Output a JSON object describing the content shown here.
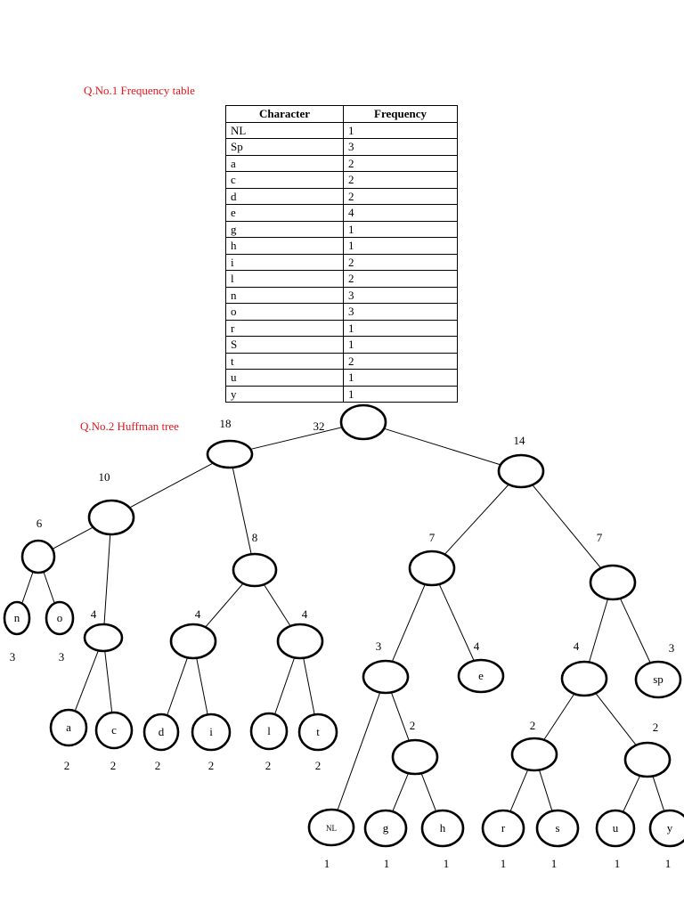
{
  "headings": {
    "q1": "Q.No.1 Frequency table",
    "q2": "Q.No.2 Huffman tree"
  },
  "table": {
    "headers": [
      "Character",
      "Frequency"
    ],
    "rows": [
      [
        "NL",
        "1"
      ],
      [
        "Sp",
        "3"
      ],
      [
        "a",
        "2"
      ],
      [
        "c",
        "2"
      ],
      [
        "d",
        "2"
      ],
      [
        "e",
        "4"
      ],
      [
        "g",
        "1"
      ],
      [
        "h",
        "1"
      ],
      [
        "i",
        "2"
      ],
      [
        "l",
        "2"
      ],
      [
        "n",
        "3"
      ],
      [
        "o",
        "3"
      ],
      [
        "r",
        "1"
      ],
      [
        "S",
        "1"
      ],
      [
        "t",
        "2"
      ],
      [
        "u",
        "1"
      ],
      [
        "y",
        "1"
      ]
    ]
  },
  "tree": {
    "nodes": [
      {
        "id": "root",
        "label": "",
        "weight": "32"
      },
      {
        "id": "n18",
        "label": "",
        "weight": "18"
      },
      {
        "id": "n14",
        "label": "",
        "weight": "14"
      },
      {
        "id": "n10",
        "label": "",
        "weight": "10"
      },
      {
        "id": "n8",
        "label": "",
        "weight": "8"
      },
      {
        "id": "n6",
        "label": "",
        "weight": "6"
      },
      {
        "id": "n4ac",
        "label": "",
        "weight": "4"
      },
      {
        "id": "n4di",
        "label": "",
        "weight": "4"
      },
      {
        "id": "n4lt",
        "label": "",
        "weight": "4"
      },
      {
        "id": "n7a",
        "label": "",
        "weight": "7"
      },
      {
        "id": "n7b",
        "label": "",
        "weight": "7"
      },
      {
        "id": "n3",
        "label": "",
        "weight": "3"
      },
      {
        "id": "e",
        "label": "e",
        "weight": "4"
      },
      {
        "id": "n4ru",
        "label": "",
        "weight": "4"
      },
      {
        "id": "sp",
        "label": "sp",
        "weight": "3"
      },
      {
        "id": "n2gh",
        "label": "",
        "weight": "2"
      },
      {
        "id": "n2rs",
        "label": "",
        "weight": "2"
      },
      {
        "id": "n2uy",
        "label": "",
        "weight": "2"
      },
      {
        "id": "n",
        "label": "n",
        "weight": "3"
      },
      {
        "id": "o",
        "label": "o",
        "weight": "3"
      },
      {
        "id": "a",
        "label": "a",
        "weight": "2"
      },
      {
        "id": "c",
        "label": "c",
        "weight": "2"
      },
      {
        "id": "d",
        "label": "d",
        "weight": "2"
      },
      {
        "id": "i",
        "label": "i",
        "weight": "2"
      },
      {
        "id": "l",
        "label": "l",
        "weight": "2"
      },
      {
        "id": "t",
        "label": "t",
        "weight": "2"
      },
      {
        "id": "NL",
        "label": "NL",
        "weight": "1"
      },
      {
        "id": "g",
        "label": "g",
        "weight": "1"
      },
      {
        "id": "h",
        "label": "h",
        "weight": "1"
      },
      {
        "id": "r",
        "label": "r",
        "weight": "1"
      },
      {
        "id": "s",
        "label": "s",
        "weight": "1"
      },
      {
        "id": "u",
        "label": "u",
        "weight": "1"
      },
      {
        "id": "y",
        "label": "y",
        "weight": "1"
      }
    ],
    "edges": [
      [
        "root",
        "n18"
      ],
      [
        "root",
        "n14"
      ],
      [
        "n18",
        "n10"
      ],
      [
        "n18",
        "n8"
      ],
      [
        "n10",
        "n6"
      ],
      [
        "n10",
        "n4ac"
      ],
      [
        "n6",
        "n"
      ],
      [
        "n6",
        "o"
      ],
      [
        "n4ac",
        "a"
      ],
      [
        "n4ac",
        "c"
      ],
      [
        "n8",
        "n4di"
      ],
      [
        "n8",
        "n4lt"
      ],
      [
        "n4di",
        "d"
      ],
      [
        "n4di",
        "i"
      ],
      [
        "n4lt",
        "l"
      ],
      [
        "n4lt",
        "t"
      ],
      [
        "n14",
        "n7a"
      ],
      [
        "n14",
        "n7b"
      ],
      [
        "n7a",
        "n3"
      ],
      [
        "n7a",
        "e"
      ],
      [
        "n3",
        "NL"
      ],
      [
        "n3",
        "n2gh"
      ],
      [
        "n2gh",
        "g"
      ],
      [
        "n2gh",
        "h"
      ],
      [
        "n7b",
        "n4ru"
      ],
      [
        "n7b",
        "sp"
      ],
      [
        "n4ru",
        "n2rs"
      ],
      [
        "n4ru",
        "n2uy"
      ],
      [
        "n2rs",
        "r"
      ],
      [
        "n2rs",
        "s"
      ],
      [
        "n2uy",
        "u"
      ],
      [
        "n2uy",
        "y"
      ]
    ]
  }
}
